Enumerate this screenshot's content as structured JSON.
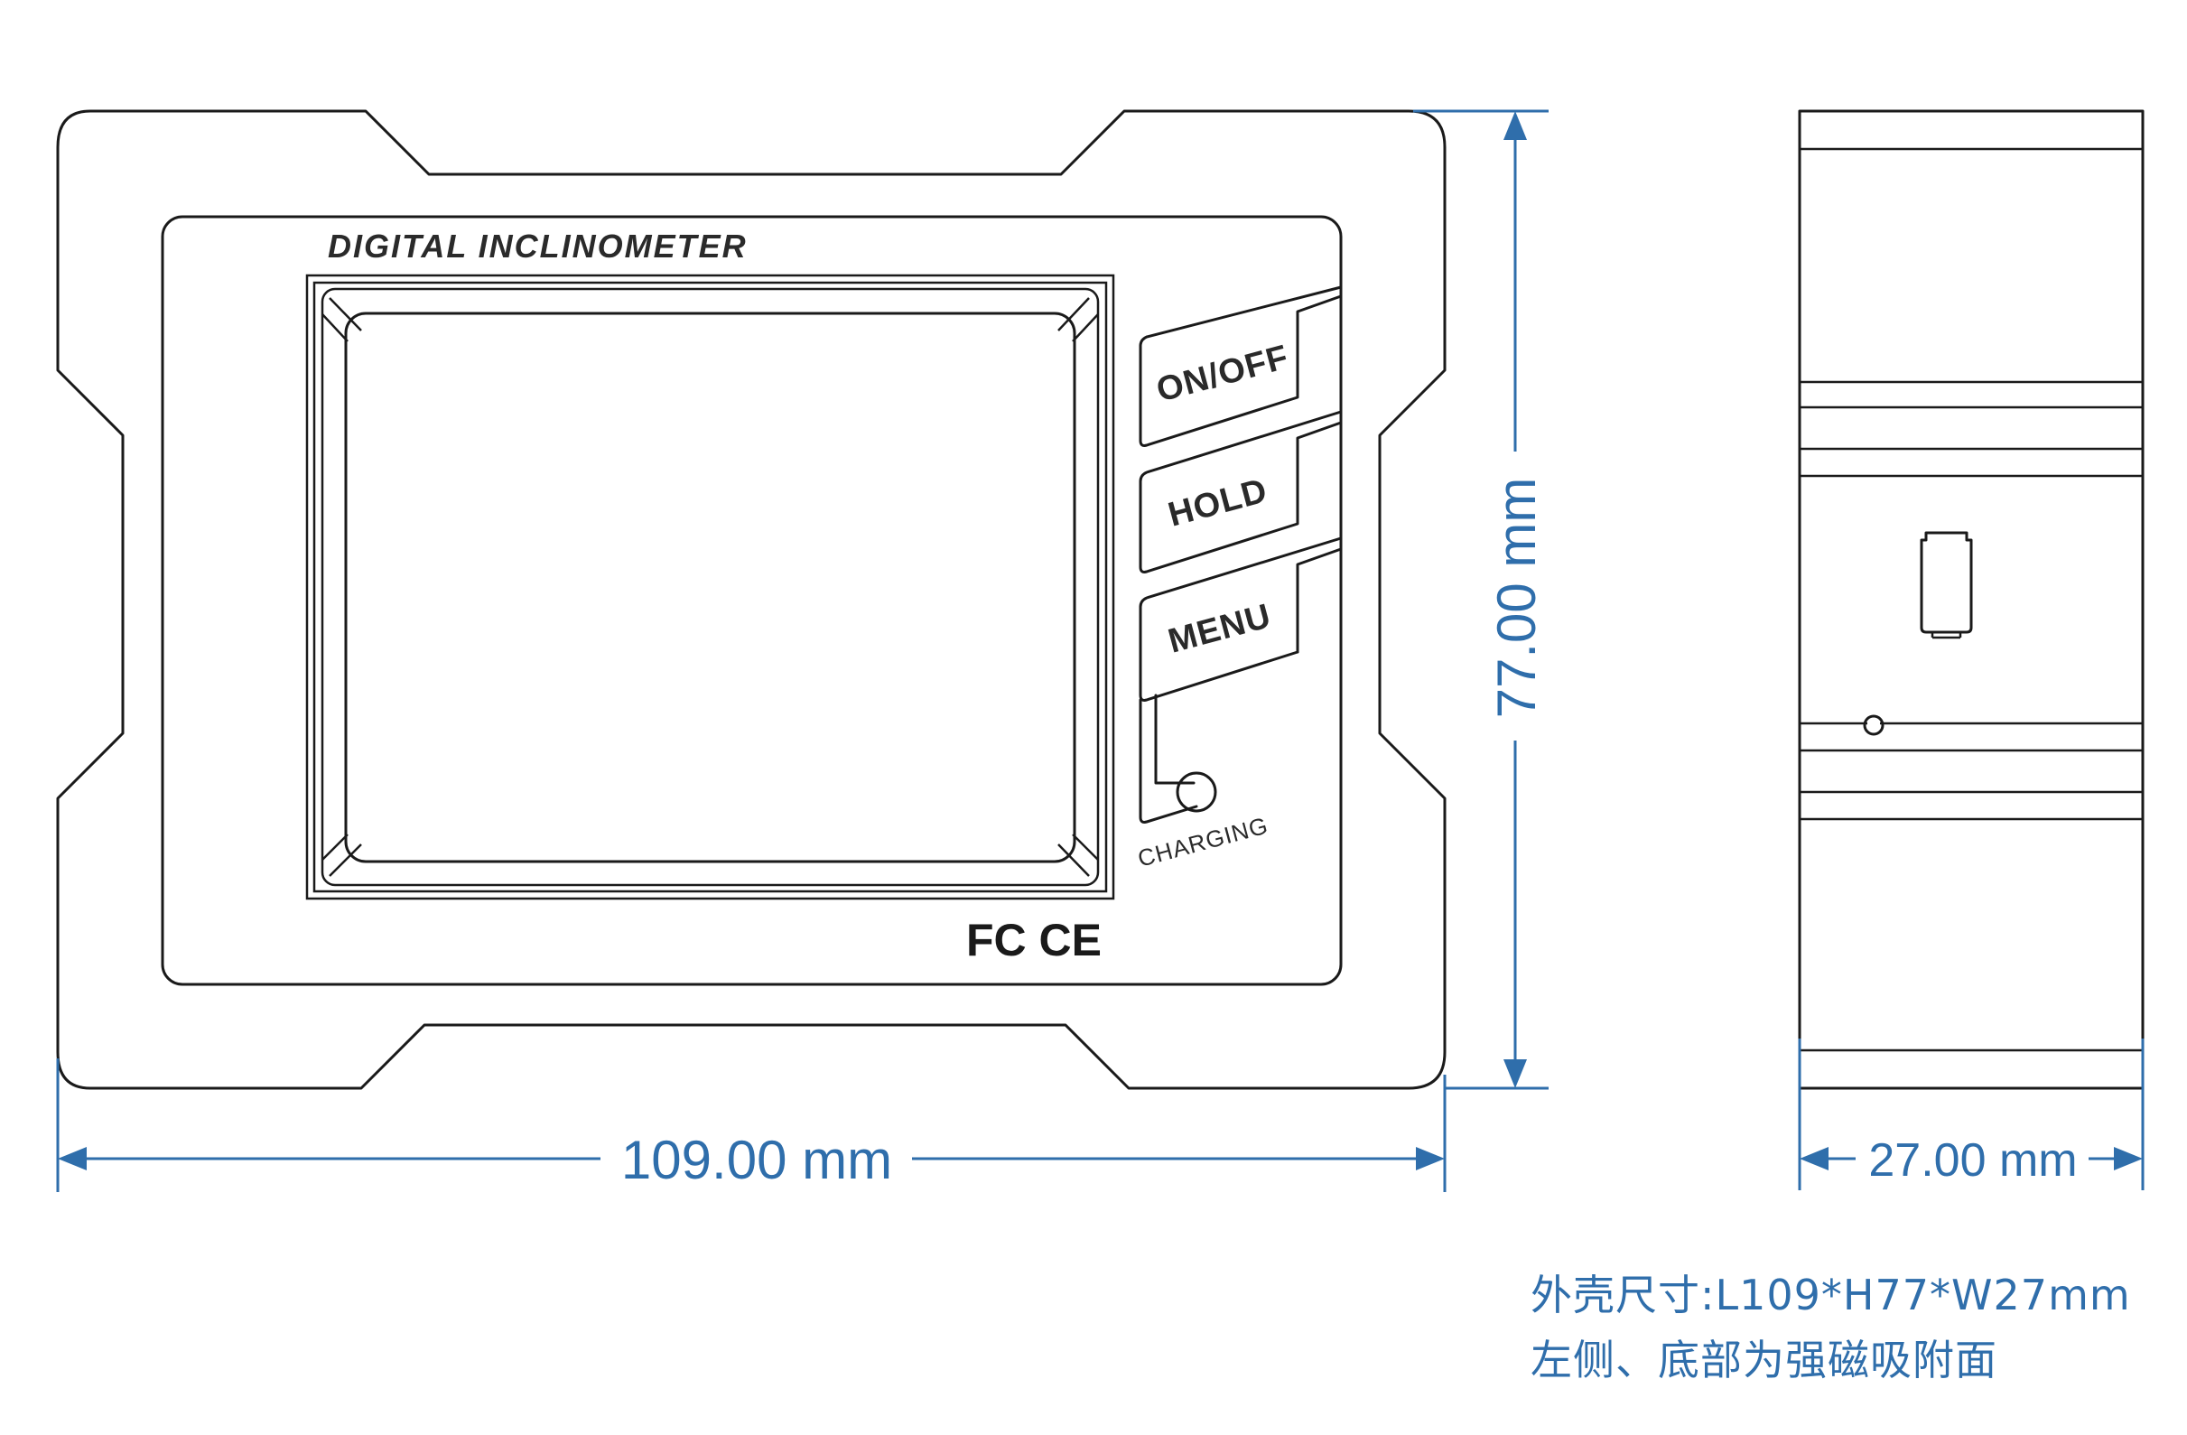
{
  "device": {
    "title": "DIGITAL INCLINOMETER",
    "buttons": {
      "on_off": "ON/OFF",
      "hold": "HOLD",
      "menu": "MENU"
    },
    "charging_label": "CHARGING",
    "cert_marks": "FC CE"
  },
  "dimensions": {
    "width": "109.00 mm",
    "height": "77.00 mm",
    "depth": "27.00 mm"
  },
  "notes": {
    "line1": "外壳尺寸:L109*H77*W27mm",
    "line2": "左侧、底部为强磁吸附面"
  },
  "colors": {
    "outline": "#1a1a1a",
    "dimension": "#2f6eab"
  }
}
